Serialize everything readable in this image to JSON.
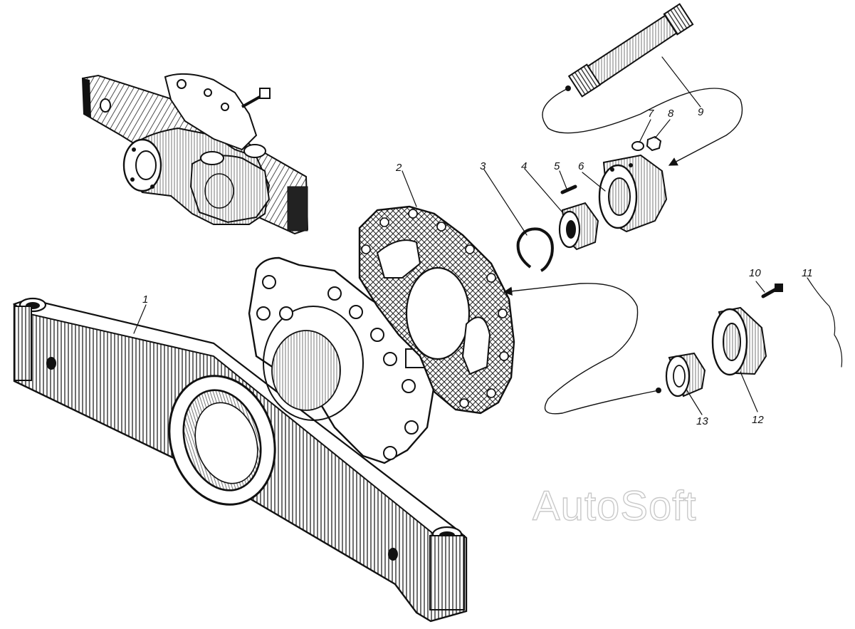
{
  "watermark": "AutoSoft",
  "colors": {
    "ink": "#111111",
    "paper": "#ffffff",
    "watermark_outline": "#c9c9c9"
  },
  "labels": {
    "p1": "1",
    "p2": "2",
    "p3": "3",
    "p4": "4",
    "p5": "5",
    "p6": "6",
    "p7": "7",
    "p8": "8",
    "p9": "9",
    "p10": "10",
    "p11": "11",
    "p12": "12",
    "p13": "13"
  }
}
